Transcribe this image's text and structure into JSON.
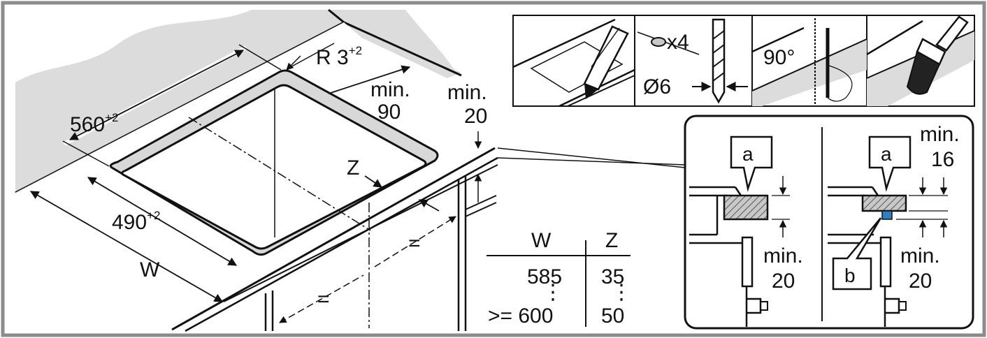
{
  "colors": {
    "frame": "#8c8c8c",
    "counter": "#dcdcdc",
    "line": "#111111",
    "sealant": "#2f7fc1"
  },
  "main_drawing": {
    "cutout_depth": "560",
    "cutout_depth_tol": "+2",
    "corner_radius": "R 3",
    "corner_radius_tol": "+2",
    "back_clearance_min": "min.",
    "back_clearance_value": "90",
    "front_clearance_min": "min.",
    "front_clearance_value": "20",
    "cutout_width": "490",
    "cutout_width_tol": "+2",
    "width_label": "W",
    "z_label": "Z",
    "equal_left": "=",
    "equal_right": "="
  },
  "table": {
    "headers": [
      "W",
      "Z"
    ],
    "rows": [
      {
        "w": "585",
        "z": "35"
      },
      {
        "w": ">= 600",
        "z": "50"
      }
    ]
  },
  "steps": {
    "screw_count": "x4",
    "drill_diameter": "Ø6",
    "saw_angle": "90°"
  },
  "detail": {
    "left_label": "a",
    "left_min": "min.",
    "left_value": "20",
    "right_label_a": "a",
    "right_label_b": "b",
    "right_top_min": "min.",
    "right_top_value": "16",
    "right_bottom_min": "min.",
    "right_bottom_value": "20"
  }
}
